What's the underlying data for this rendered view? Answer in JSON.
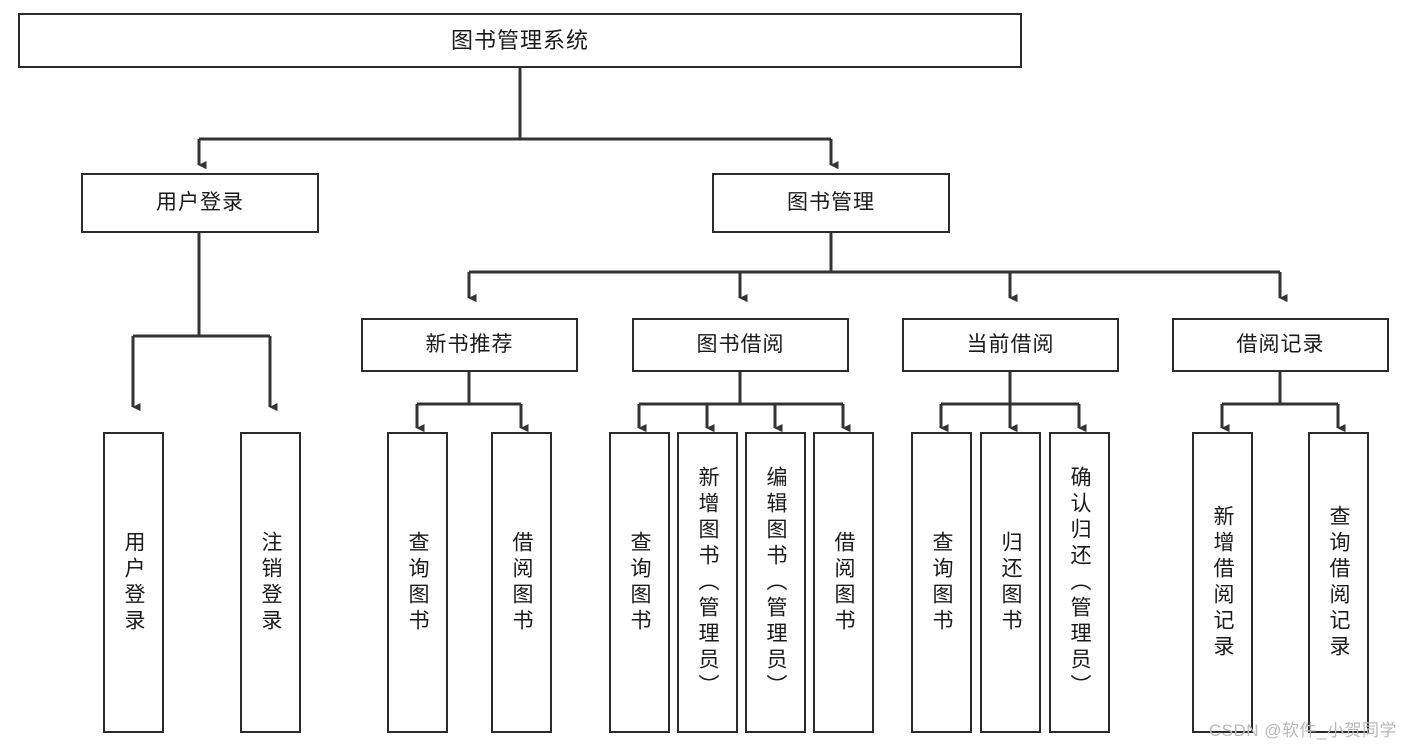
{
  "diagram": {
    "title": "图书管理系统",
    "type": "tree-hierarchy-diagram",
    "colors": {
      "box_border": "#2b2b2b",
      "box_fill": "#ffffff",
      "connector": "#333333",
      "text": "#1a1a1a",
      "watermark": "#b9b9b9",
      "background": "#ffffff"
    },
    "root": {
      "label": "图书管理系统"
    },
    "level1": [
      {
        "label": "用户登录"
      },
      {
        "label": "图书管理"
      }
    ],
    "level2": [
      {
        "label": "新书推荐"
      },
      {
        "label": "图书借阅"
      },
      {
        "label": "当前借阅"
      },
      {
        "label": "借阅记录"
      }
    ],
    "leaves": {
      "user_login": [
        {
          "label": "用户登录"
        },
        {
          "label": "注销登录"
        }
      ],
      "new_book_recommend": [
        {
          "label": "查询图书"
        },
        {
          "label": "借阅图书"
        }
      ],
      "book_borrow": [
        {
          "label": "查询图书"
        },
        {
          "label": "新增图书（管理员）"
        },
        {
          "label": "编辑图书（管理员）"
        },
        {
          "label": "借阅图书"
        }
      ],
      "current_borrow": [
        {
          "label": "查询图书"
        },
        {
          "label": "归还图书"
        },
        {
          "label": "确认归还（管理员）"
        }
      ],
      "borrow_record": [
        {
          "label": "新增借阅记录"
        },
        {
          "label": "查询借阅记录"
        }
      ]
    },
    "watermark": "CSDN @软件_小贺同学"
  }
}
